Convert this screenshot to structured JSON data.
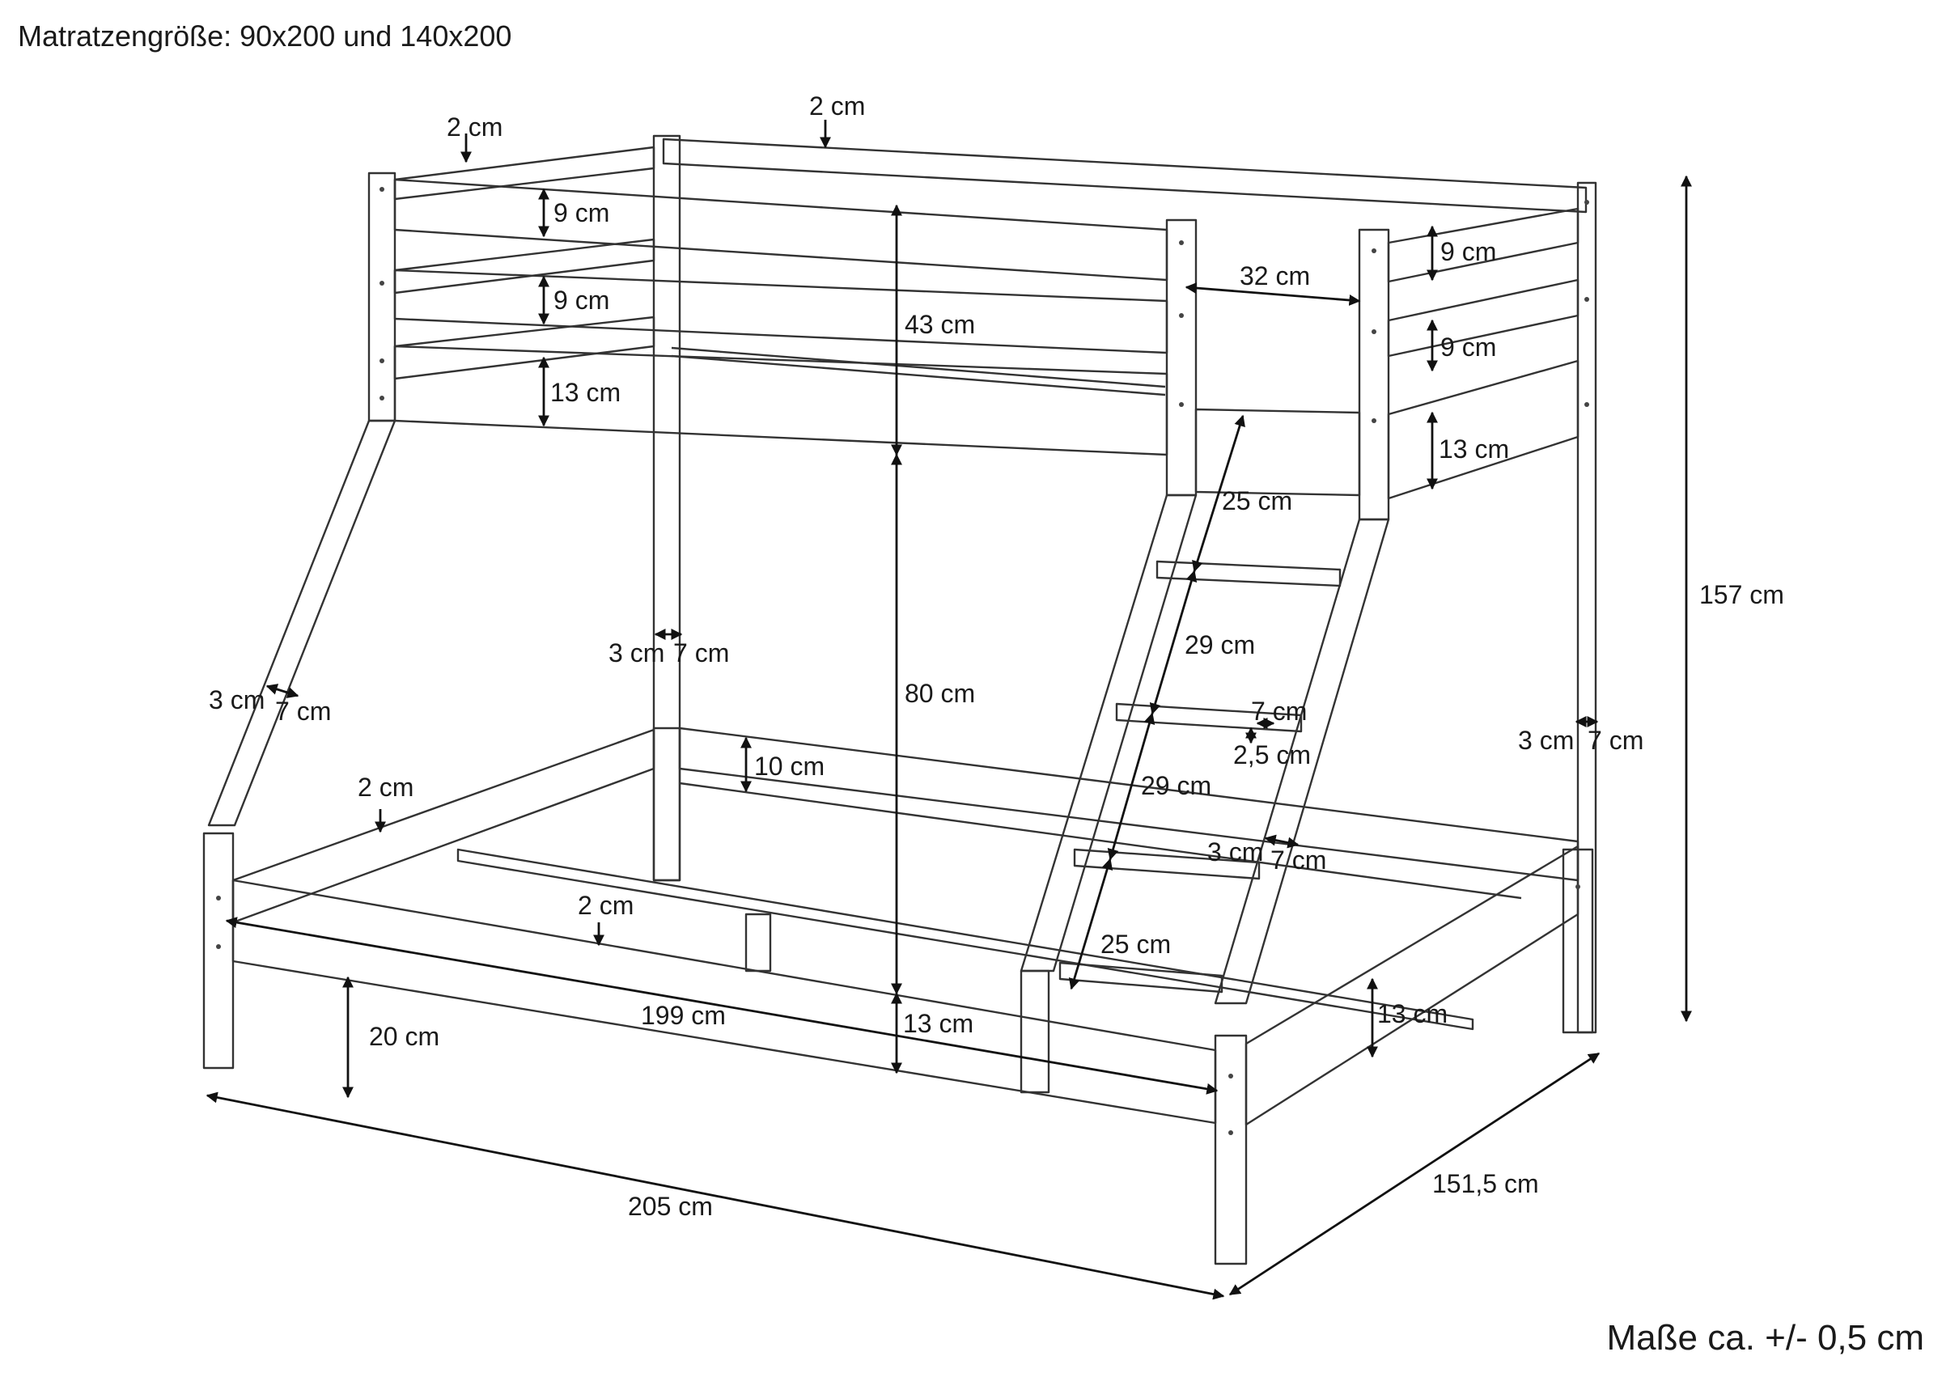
{
  "header": {
    "title": "Matratzengröße: 90x200 und 140x200"
  },
  "footer": {
    "note": "Maße ca. +/- 0,5 cm"
  },
  "dimensions": {
    "top_rail_thickness_left": "2 cm",
    "top_rail_thickness_back": "2 cm",
    "rail_upper_front": "9 cm",
    "rail_middle_front": "9 cm",
    "rail_lower_front": "13 cm",
    "guard_height": "43 cm",
    "rail_upper_side": "9 cm",
    "rail_middle_side": "9 cm",
    "rail_lower_side": "13 cm",
    "ladder_opening": "32 cm",
    "ladder_step_top": "25 cm",
    "ladder_step_mid1": "29 cm",
    "ladder_step_mid2": "29 cm",
    "ladder_step_bottom": "25 cm",
    "total_height": "157 cm",
    "post_3_center": "3 cm",
    "post_7_center": "7 cm",
    "post_3_left": "3 cm",
    "post_7_left": "7 cm",
    "post_3_right": "3 cm",
    "post_7_right": "7 cm",
    "ladder_3": "3 cm",
    "ladder_7": "7 cm",
    "step_7": "7 cm",
    "step_25": "2,5 cm",
    "clearance": "80 cm",
    "lower_rail_back": "10 cm",
    "lower_rail_front": "13 cm",
    "lower_rail_side": "13 cm",
    "lower_thickness_left": "2 cm",
    "lower_thickness_front": "2 cm",
    "inner_length": "199 cm",
    "foot_height": "20 cm",
    "total_length": "205 cm",
    "total_width": "151,5 cm"
  }
}
